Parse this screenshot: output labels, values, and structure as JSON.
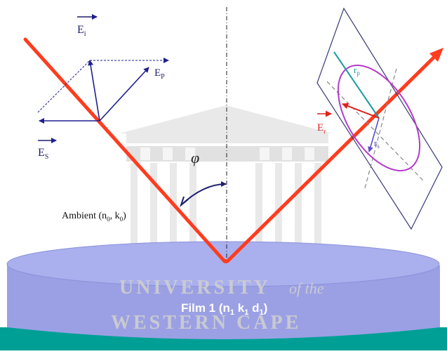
{
  "figure": {
    "angle_symbol": "φ",
    "ambient_label": "Ambient (n",
    "ambient_sub0": "0",
    "ambient_mid": ", k",
    "ambient_sub1": "0",
    "ambient_end": ")",
    "film_label_pre": "Film 1 (n",
    "film_sub_n": "1",
    "film_mid1": " k",
    "film_sub_k": "1",
    "film_mid2": " d",
    "film_sub_d": "1",
    "film_end": ")",
    "ei_label": "E",
    "ei_sub": "i",
    "ep_label": "E",
    "ep_sub": "P",
    "es_label": "E",
    "es_sub": "S",
    "er_label": "E",
    "er_sub": "r",
    "rp_label": "r",
    "rp_sub": "p",
    "rs_label": "r",
    "rs_sub": "s"
  },
  "watermark": {
    "line1": "UNIVERSITY",
    "line1_italic": "of the",
    "line2": "WESTERN CAPE"
  },
  "colors": {
    "beam": "#ff3c1e",
    "vector": "#1f1f8f",
    "ellipse": "#b23cc8",
    "rp_line": "#1a9aa0",
    "film_top": "#aab0ee",
    "film_side": "#9ba0e4",
    "film_bottom": "#009f96",
    "watermark": "#c9c9c9"
  }
}
